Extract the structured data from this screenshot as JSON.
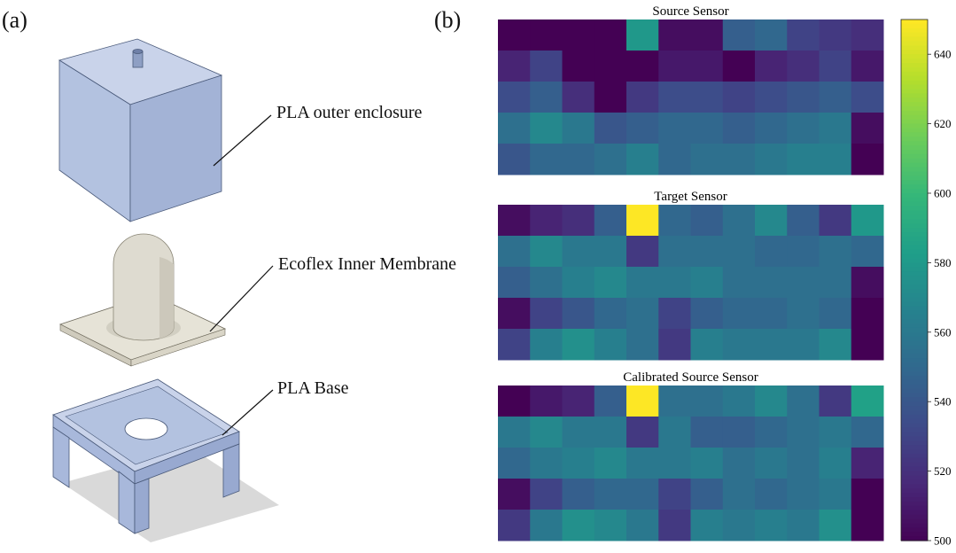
{
  "panels": {
    "a_label": "(a)",
    "b_label": "(b)"
  },
  "exploded_view": {
    "enclosure_label": "PLA outer enclosure",
    "membrane_label": "Ecoflex Inner Membrane",
    "base_label": "PLA Base",
    "colors": {
      "pla": "#b3c2e0",
      "ecoflex": "#e6e3d7",
      "shadow": "#d9d9d9"
    }
  },
  "chart_data": {
    "type": "heatmap",
    "colormap": "viridis",
    "colorbar": {
      "min": 500,
      "max": 650,
      "ticks": [
        500,
        520,
        540,
        560,
        580,
        600,
        620,
        640
      ]
    },
    "heatmaps": [
      {
        "title": "Source Sensor",
        "rows": [
          [
            500,
            500,
            500,
            500,
            580,
            505,
            505,
            545,
            550,
            530,
            525,
            520
          ],
          [
            515,
            530,
            500,
            500,
            500,
            510,
            510,
            500,
            515,
            520,
            530,
            510
          ],
          [
            535,
            545,
            520,
            500,
            525,
            535,
            535,
            530,
            535,
            540,
            545,
            535
          ],
          [
            555,
            570,
            560,
            540,
            545,
            550,
            550,
            545,
            550,
            555,
            560,
            505
          ],
          [
            540,
            550,
            550,
            555,
            565,
            550,
            555,
            555,
            560,
            565,
            565,
            500
          ]
        ]
      },
      {
        "title": "Target Sensor",
        "rows": [
          [
            505,
            515,
            520,
            545,
            650,
            550,
            545,
            555,
            570,
            545,
            525,
            580
          ],
          [
            555,
            570,
            560,
            560,
            525,
            555,
            555,
            555,
            550,
            550,
            555,
            550
          ],
          [
            545,
            555,
            565,
            570,
            560,
            560,
            565,
            555,
            555,
            555,
            555,
            505
          ],
          [
            505,
            530,
            540,
            550,
            555,
            530,
            545,
            550,
            550,
            555,
            550,
            500
          ],
          [
            530,
            565,
            575,
            565,
            555,
            525,
            565,
            560,
            560,
            560,
            570,
            500
          ]
        ]
      },
      {
        "title": "Calibrated Source Sensor",
        "rows": [
          [
            500,
            510,
            515,
            545,
            650,
            555,
            555,
            560,
            570,
            555,
            525,
            585
          ],
          [
            560,
            570,
            560,
            560,
            525,
            560,
            545,
            545,
            550,
            555,
            560,
            550
          ],
          [
            550,
            560,
            565,
            570,
            560,
            560,
            565,
            555,
            560,
            555,
            565,
            515
          ],
          [
            505,
            530,
            545,
            550,
            550,
            530,
            545,
            555,
            550,
            555,
            560,
            500
          ],
          [
            525,
            560,
            575,
            570,
            560,
            525,
            565,
            560,
            565,
            560,
            575,
            500
          ]
        ]
      }
    ]
  }
}
